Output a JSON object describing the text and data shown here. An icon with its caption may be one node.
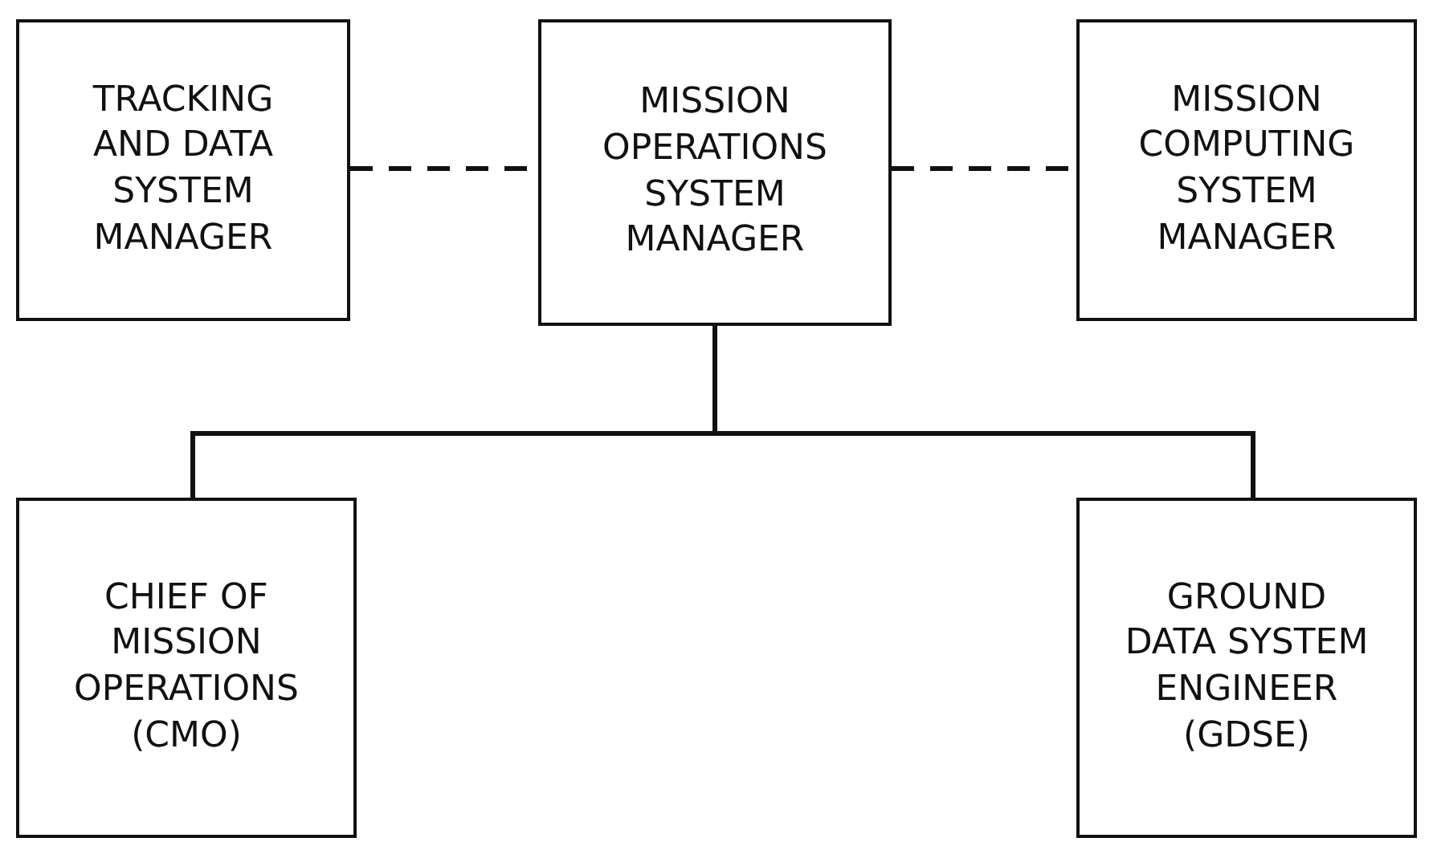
{
  "diagram": {
    "nodes": [
      {
        "text": [
          "TRACKING AND DATA SYSTEM MANAGER"
        ]
      },
      {
        "text": [
          "MISSION OPERATIONS SYSTEM MANAGER"
        ]
      },
      {
        "text": [
          "MISSION COMPUTING SYSTEM MANAGER"
        ]
      },
      {
        "text": [
          "CHIEF OF MISSION OPERATIONS (CMO)"
        ]
      },
      {
        "text": [
          "GROUND DATA SYSTEM ENGINEER (GDSE)"
        ]
      }
    ],
    "edges": [
      {
        "from": 0,
        "to": 1,
        "arrow": "none",
        "style": "dashed"
      },
      {
        "from": 1,
        "to": 2,
        "arrow": "none",
        "style": "dashed"
      },
      {
        "from": 1,
        "to": 3,
        "arrow": "none"
      },
      {
        "from": 1,
        "to": 4,
        "arrow": "none"
      }
    ]
  }
}
